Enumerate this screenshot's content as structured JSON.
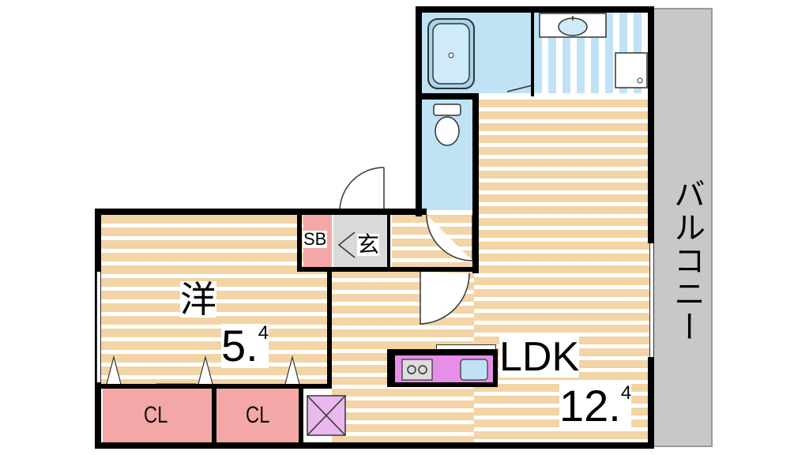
{
  "plan": {
    "western_room": {
      "kanji": "洋",
      "size_main": "5.",
      "size_sup": "4"
    },
    "ldk": {
      "label": "LDK",
      "size_main": "12.",
      "size_sup": "4"
    },
    "balcony": {
      "label": "バルコニー"
    },
    "closet_left": {
      "label": "CL"
    },
    "closet_right": {
      "label": "CL"
    },
    "shoe_box": {
      "label": "SB"
    },
    "entrance": {
      "label": "玄"
    }
  },
  "colors": {
    "floor_wood": "#f2d4a6",
    "wet_area": "#bfe3f5",
    "closet": "#f4a7a7",
    "balcony": "#c8c8c8",
    "kitchen_counter": "#e68ee8",
    "storage": "#e8b8ee",
    "wall": "#000000"
  },
  "icons": [
    "bathtub-icon",
    "toilet-icon",
    "washbasin-icon",
    "washing-machine-icon",
    "stove-icon",
    "sink-icon",
    "storage-cross-icon",
    "door-swing-icon"
  ]
}
